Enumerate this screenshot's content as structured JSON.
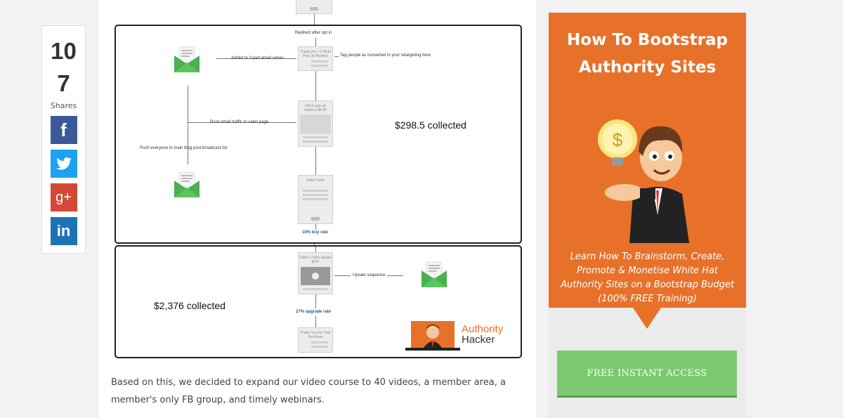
{
  "share": {
    "count": "107",
    "label": "Shares",
    "buttons": [
      {
        "network": "facebook",
        "glyph": "f",
        "color": "#3b5998"
      },
      {
        "network": "twitter",
        "icon": "twitter-bird-icon",
        "color": "#1da1f2"
      },
      {
        "network": "google-plus",
        "glyph": "g+",
        "color": "#d34836"
      },
      {
        "network": "linkedin",
        "glyph": "in",
        "color": "#1c74b6"
      }
    ]
  },
  "flow": {
    "redirect_note": "Redirect after opt in",
    "thankyou_card": "Thank you + CTA to Pop Up Mastery",
    "added_series": "Added to 3 part email series",
    "tag_note": "Tag people as converted in your retargeting here",
    "optin_card": "Opt in pop up mastery $8.95",
    "push_email": "Push email traffic to sales page",
    "push_blog": "Push everyone to main blog post broadcast list",
    "collected_1": "$298.5 collected",
    "order_card": "Order Form",
    "buy_rate": "10% buy rate",
    "upsell_card": "Video 1 Click Upsale $297",
    "upsale_sequence": "Upsale sequence",
    "collected_2": "$2,376 collected",
    "upgrade_rate": "27% upgrade rate",
    "thanks_card": "Thank You For Your Purchase",
    "logo_authority": "Authority",
    "logo_hacker": "Hacker"
  },
  "body_text": "Based on this, we decided to expand our video course to 40 videos, a member area, a member's only FB group, and timely webinars.",
  "sidebar": {
    "title": "How To Bootstrap Authority Sites",
    "description": "Learn How To Brainstorm, Create, Promote & Monetise White Hat Authority Sites on a Bootstrap Budget (100% FREE Training)",
    "cta": "FREE INSTANT ACCESS",
    "accent_color": "#e8712a",
    "cta_color": "#7bc96f"
  }
}
